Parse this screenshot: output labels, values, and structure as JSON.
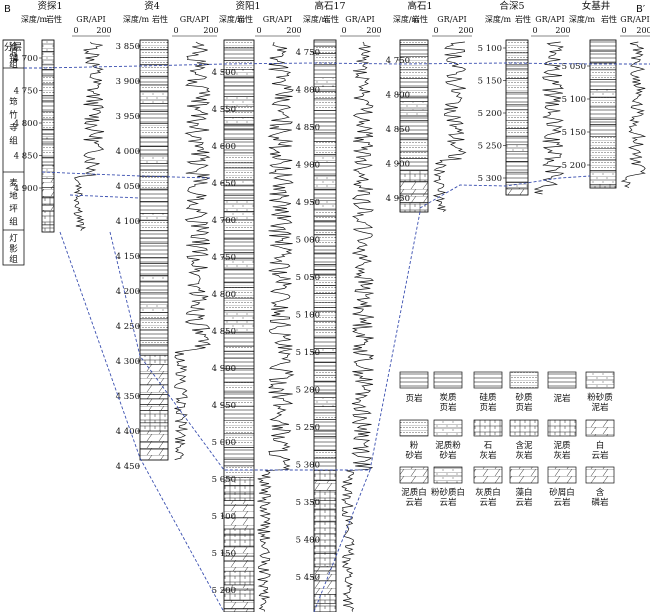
{
  "section": {
    "left_label": "B",
    "right_label": "B′"
  },
  "strata_header": "分层",
  "strata": [
    {
      "name": "沧浪铺组"
    },
    {
      "name": "筇竹寺组"
    },
    {
      "name": "麦地坪组"
    },
    {
      "name": "灯影组"
    }
  ],
  "column_headers": {
    "depth": "深度/m",
    "lithology": "岩性",
    "gr": "GR/API",
    "gr_min": "0",
    "gr_max": "200"
  },
  "wells": [
    {
      "name": "资探1",
      "depth_ticks": [
        "4 700",
        "4 750",
        "4 800",
        "4 850",
        "4 900"
      ]
    },
    {
      "name": "资4",
      "depth_ticks": [
        "3 850",
        "3 900",
        "3 950",
        "4 000",
        "4 050",
        "4 100",
        "4 150",
        "4 200",
        "4 250",
        "4 300",
        "4 350",
        "4 400",
        "4 450"
      ]
    },
    {
      "name": "资阳1",
      "depth_ticks": [
        "4 500",
        "4 550",
        "4 600",
        "4 650",
        "4 700",
        "4 750",
        "4 800",
        "4 850",
        "4 900",
        "4 950",
        "5 000",
        "5 050",
        "5 100",
        "5 150",
        "5 200"
      ]
    },
    {
      "name": "高石17",
      "depth_ticks": [
        "4 750",
        "4 800",
        "4 850",
        "4 900",
        "4 950",
        "5 000",
        "5 050",
        "5 100",
        "5 150",
        "5 200",
        "5 250",
        "5 300",
        "5 350",
        "5 400",
        "5 450"
      ]
    },
    {
      "name": "高石1",
      "depth_ticks": [
        "4 750",
        "4 800",
        "4 850",
        "4 900",
        "4 950"
      ]
    },
    {
      "name": "合深5",
      "depth_ticks": [
        "5 100",
        "5 150",
        "5 200",
        "5 250",
        "5 300"
      ]
    },
    {
      "name": "女基井",
      "depth_ticks": [
        "5 050",
        "5 100",
        "5 150",
        "5 200"
      ]
    }
  ],
  "legend": [
    {
      "label": "页岩",
      "pattern": "shale"
    },
    {
      "label": "炭质页岩",
      "pattern": "carb-shale"
    },
    {
      "label": "硅质页岩",
      "pattern": "sil-shale"
    },
    {
      "label": "砂质页岩",
      "pattern": "sandy-shale"
    },
    {
      "label": "泥岩",
      "pattern": "mudstone"
    },
    {
      "label": "粉砂质泥岩",
      "pattern": "silty-mud"
    },
    {
      "label": "粉砂岩",
      "pattern": "siltstone"
    },
    {
      "label": "泥质粉砂岩",
      "pattern": "muddy-silt"
    },
    {
      "label": "石灰岩",
      "pattern": "limestone"
    },
    {
      "label": "含泥灰岩",
      "pattern": "marly-lime"
    },
    {
      "label": "泥质灰岩",
      "pattern": "argil-lime"
    },
    {
      "label": "白云岩",
      "pattern": "dolomite"
    },
    {
      "label": "泥质白云岩",
      "pattern": "argil-dolo"
    },
    {
      "label": "粉砂质白云岩",
      "pattern": "silty-dolo"
    },
    {
      "label": "灰质白云岩",
      "pattern": "lime-dolo"
    },
    {
      "label": "藻白云岩",
      "pattern": "algal-dolo"
    },
    {
      "label": "砂屑白云岩",
      "pattern": "sand-dolo"
    },
    {
      "label": "含磷岩",
      "pattern": "phos"
    }
  ],
  "colors": {
    "line": "#111111",
    "correlation": "#3a4fb0"
  }
}
